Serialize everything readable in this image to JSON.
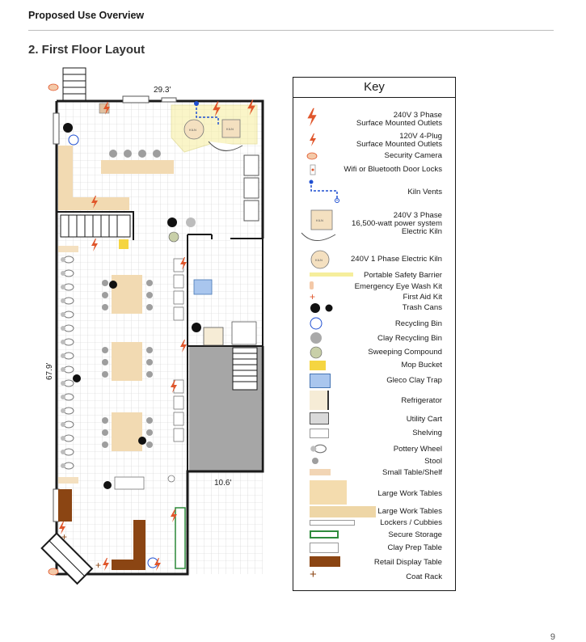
{
  "header": {
    "title": "Proposed Use Overview"
  },
  "section": {
    "title": "2. First Floor Layout"
  },
  "plan": {
    "width_label": "29.3'",
    "height_label": "67.9'",
    "inner_width_label": "10.6'",
    "kiln_label": "KILN"
  },
  "key": {
    "title": "Key",
    "items": [
      {
        "id": "outlet-3phase",
        "lines": [
          "240V 3 Phase",
          "Surface Mounted Outlets"
        ]
      },
      {
        "id": "outlet-120v",
        "lines": [
          "120V 4-Plug",
          "Surface Mounted Outlets"
        ]
      },
      {
        "id": "camera",
        "lines": [
          "Security Camera"
        ]
      },
      {
        "id": "locks",
        "lines": [
          "Wifi or Bluetooth Door Locks"
        ]
      },
      {
        "id": "vents",
        "lines": [
          "Kiln Vents"
        ]
      },
      {
        "id": "kiln-3phase",
        "lines": [
          "240V 3 Phase",
          "16,500-watt power system",
          "Electric Kiln"
        ]
      },
      {
        "id": "kiln-1phase",
        "lines": [
          "240V 1 Phase Electric Kiln"
        ]
      },
      {
        "id": "barrier",
        "lines": [
          "Portable Safety Barrier"
        ]
      },
      {
        "id": "eyewash",
        "lines": [
          "Emergency Eye Wash Kit"
        ]
      },
      {
        "id": "firstaid",
        "lines": [
          "First Aid Kit"
        ]
      },
      {
        "id": "trash",
        "lines": [
          "Trash Cans"
        ]
      },
      {
        "id": "recycling",
        "lines": [
          "Recycling Bin"
        ]
      },
      {
        "id": "clay-recycling",
        "lines": [
          "Clay Recycling Bin"
        ]
      },
      {
        "id": "sweeping",
        "lines": [
          "Sweeping Compound"
        ]
      },
      {
        "id": "mop",
        "lines": [
          "Mop Bucket"
        ]
      },
      {
        "id": "claytrap",
        "lines": [
          "Gleco Clay Trap"
        ]
      },
      {
        "id": "fridge",
        "lines": [
          "Refrigerator"
        ]
      },
      {
        "id": "cart",
        "lines": [
          "Utility Cart"
        ]
      },
      {
        "id": "shelving",
        "lines": [
          "Shelving"
        ]
      },
      {
        "id": "wheel",
        "lines": [
          "Pottery Wheel"
        ]
      },
      {
        "id": "stool",
        "lines": [
          "Stool"
        ]
      },
      {
        "id": "small-table",
        "lines": [
          "Small Table/Shelf"
        ]
      },
      {
        "id": "large-table-a",
        "lines": [
          "Large Work Tables"
        ]
      },
      {
        "id": "large-table-b",
        "lines": [
          "Large Work Tables"
        ]
      },
      {
        "id": "lockers",
        "lines": [
          "Lockers / Cubbies"
        ]
      },
      {
        "id": "secure",
        "lines": [
          "Secure Storage"
        ]
      },
      {
        "id": "prep",
        "lines": [
          "Clay Prep Table"
        ]
      },
      {
        "id": "retail",
        "lines": [
          "Retail Display Table"
        ]
      },
      {
        "id": "coat",
        "lines": [
          "Coat Rack"
        ]
      }
    ]
  },
  "page": {
    "number": "9"
  },
  "colors": {
    "outlet": "#e0562b",
    "wood": "#e9cfa1",
    "wood_light": "#f4e0c0",
    "retail": "#8b4513",
    "gray": "#a9a9a9",
    "vent": "#1f4fd1",
    "barrier": "#f6ee9c",
    "secure": "#2e8b3c"
  }
}
